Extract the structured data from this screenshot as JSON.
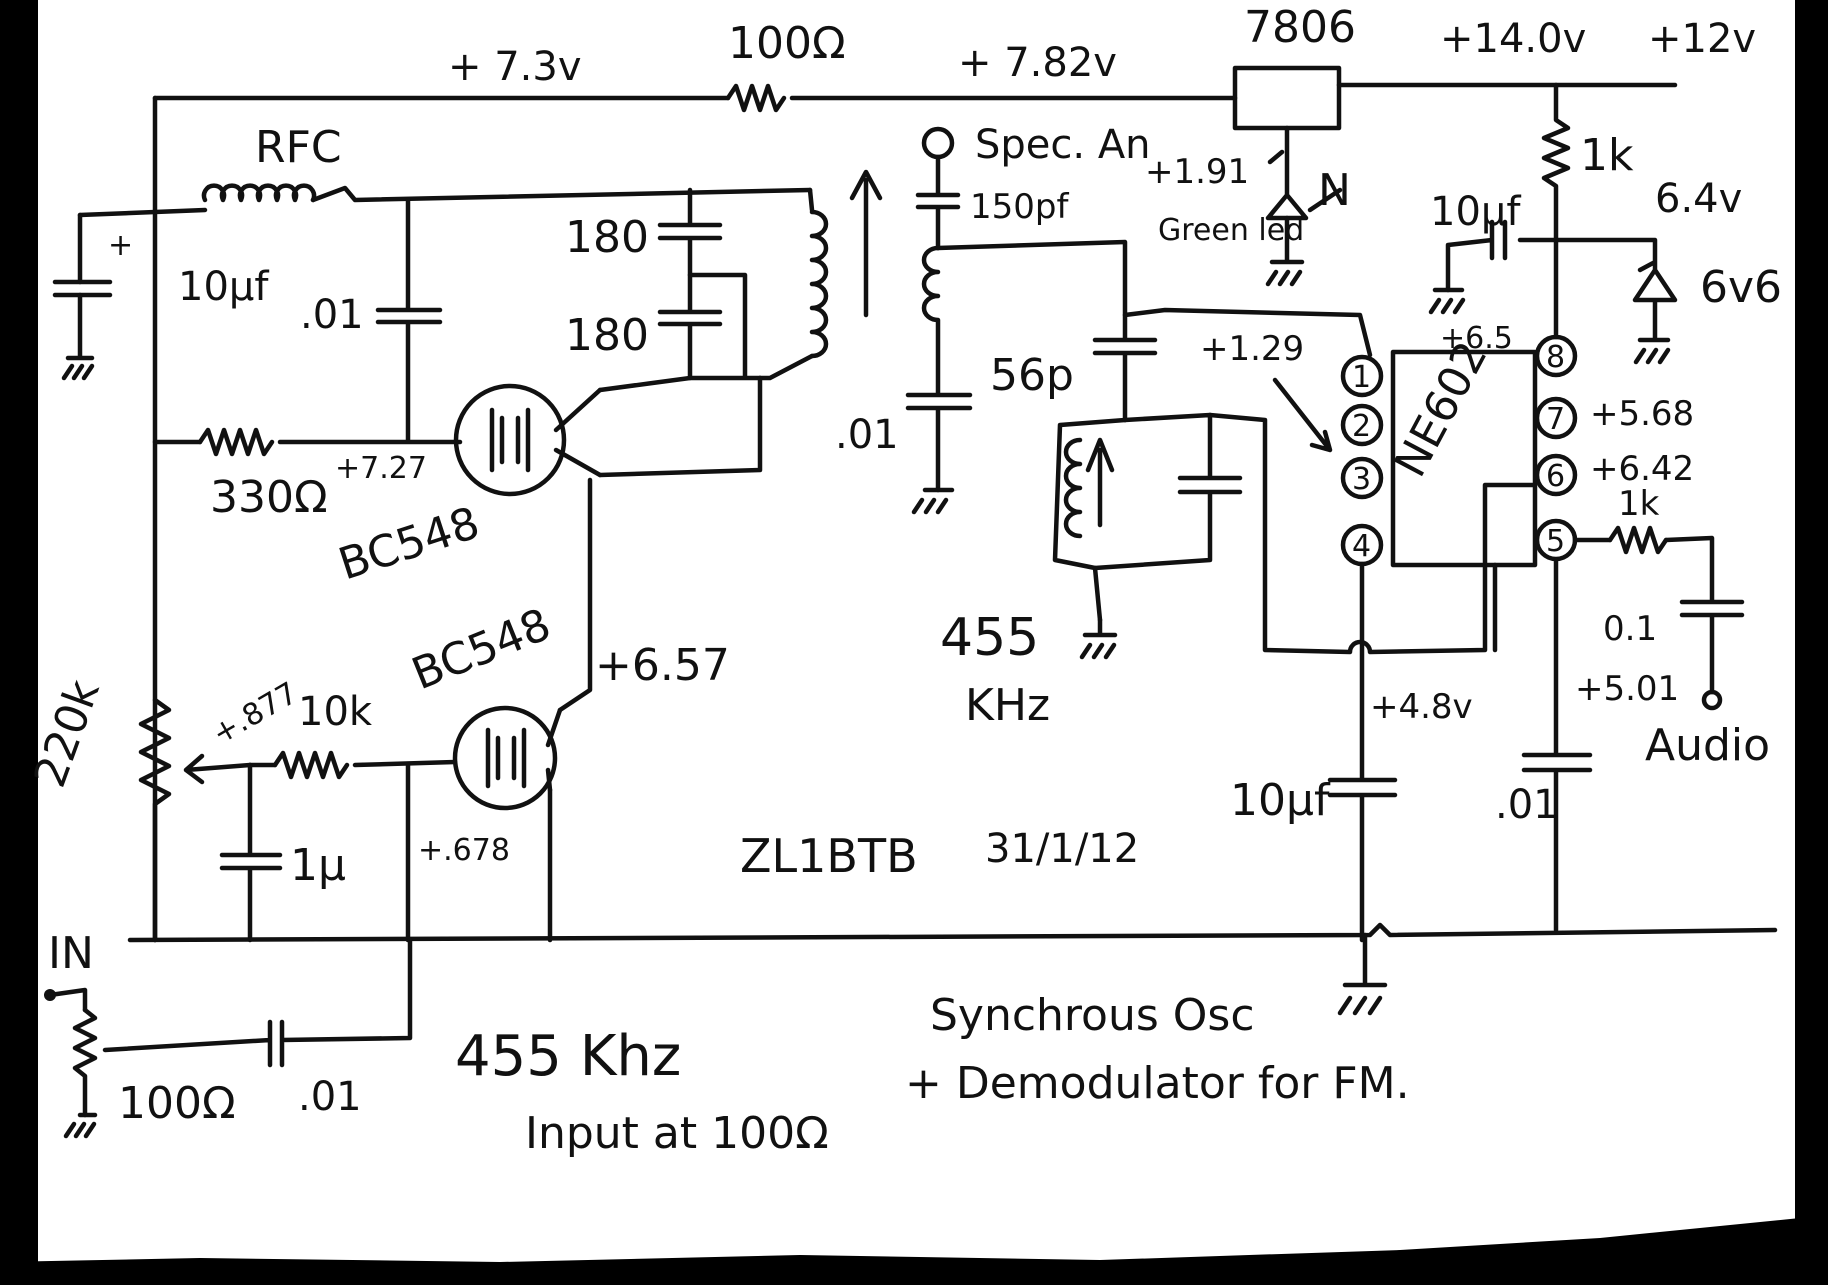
{
  "rails": {
    "v_7_3": "+ 7.3v",
    "r_100": "100Ω",
    "v_7_82": "+ 7.82v",
    "regulator": "7806",
    "v_14": "+14.0v",
    "v_12": "+12v"
  },
  "left_stage": {
    "rfc": "RFC",
    "c_10uf": "10µf",
    "c_01_a": ".01",
    "c_180_a": "180",
    "c_180_b": "180",
    "r_330": "330Ω",
    "v_7_27": "+7.27",
    "q1": "BC548",
    "q2": "BC548",
    "v_6_57": "+6.57",
    "v_877": "+.877",
    "r_220k": "220k",
    "r_10k": "10k",
    "c_1u": "1µ",
    "v_678": "+.678",
    "in_label": "IN",
    "r_100_in": "100Ω",
    "c_01_in": ".01",
    "freq_455": "455 Khz",
    "input_note": "Input at 100Ω"
  },
  "middle_stage": {
    "spec_an": "Spec. An",
    "c_150pf": "150pf",
    "c_01_b": ".01",
    "c_56p": "56p",
    "v_1_29": "+1.29",
    "tank_455": "455",
    "tank_khz": "KHz",
    "author": "ZL1BTB",
    "date": "31/1/12"
  },
  "right_stage": {
    "v_1_91": "+1.91",
    "led_label": "Green led",
    "led_n": "N",
    "r_1k_top": "1k",
    "c_10uf_top": "10µf",
    "v_6_4": "6.4v",
    "zener": "6v6",
    "v_6_5": "+6.5",
    "ic": "NE602",
    "pin1": "1",
    "pin2": "2",
    "pin3": "3",
    "pin4": "4",
    "pin5": "5",
    "pin6": "6",
    "pin7": "7",
    "pin8": "8",
    "v_5_68": "+5.68",
    "v_6_42": "+6.42",
    "r_1k_out": "1k",
    "c_01_audio": "0.1",
    "v_5_01": "+5.01",
    "audio": "Audio",
    "v_4_8": "+4.8v",
    "c_10uf_pin4": "10µf",
    "c_01_pin8": ".01"
  },
  "caption": {
    "line1": "Synchrous Osc",
    "line2": "+ Demodulator for FM."
  }
}
